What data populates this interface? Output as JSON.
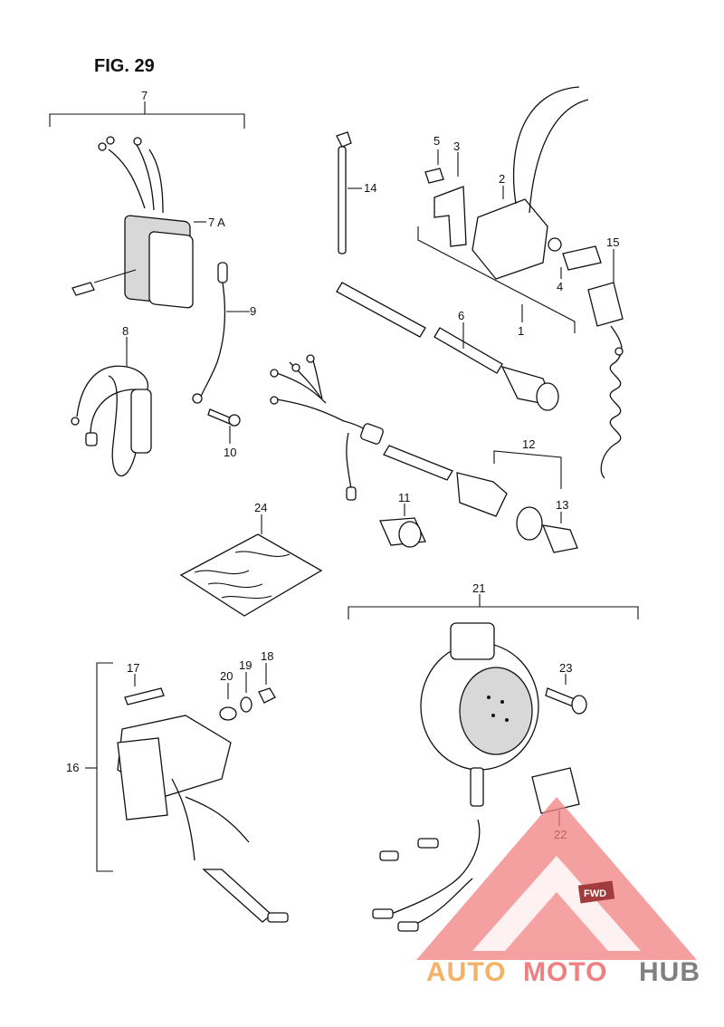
{
  "figure": {
    "title": "FIG. 29"
  },
  "callouts": {
    "c1": "1",
    "c2": "2",
    "c3": "3",
    "c4": "4",
    "c5": "5",
    "c6": "6",
    "c7": "7",
    "c7a": "7 A",
    "c8": "8",
    "c9": "9",
    "c10": "10",
    "c11": "11",
    "c12": "12",
    "c13": "13",
    "c14": "14",
    "c15": "15",
    "c16": "16",
    "c17": "17",
    "c18": "18",
    "c19": "19",
    "c20": "20",
    "c21": "21",
    "c22": "22",
    "c23": "23",
    "c24": "24"
  },
  "fwd_label": "FWD",
  "watermark": {
    "part1": "AUTO",
    "part2": "MOTO",
    "part3": "HUB",
    "color_primary": "#f08080",
    "color_secondary": "#f4b266",
    "color_tertiary": "#808080"
  }
}
